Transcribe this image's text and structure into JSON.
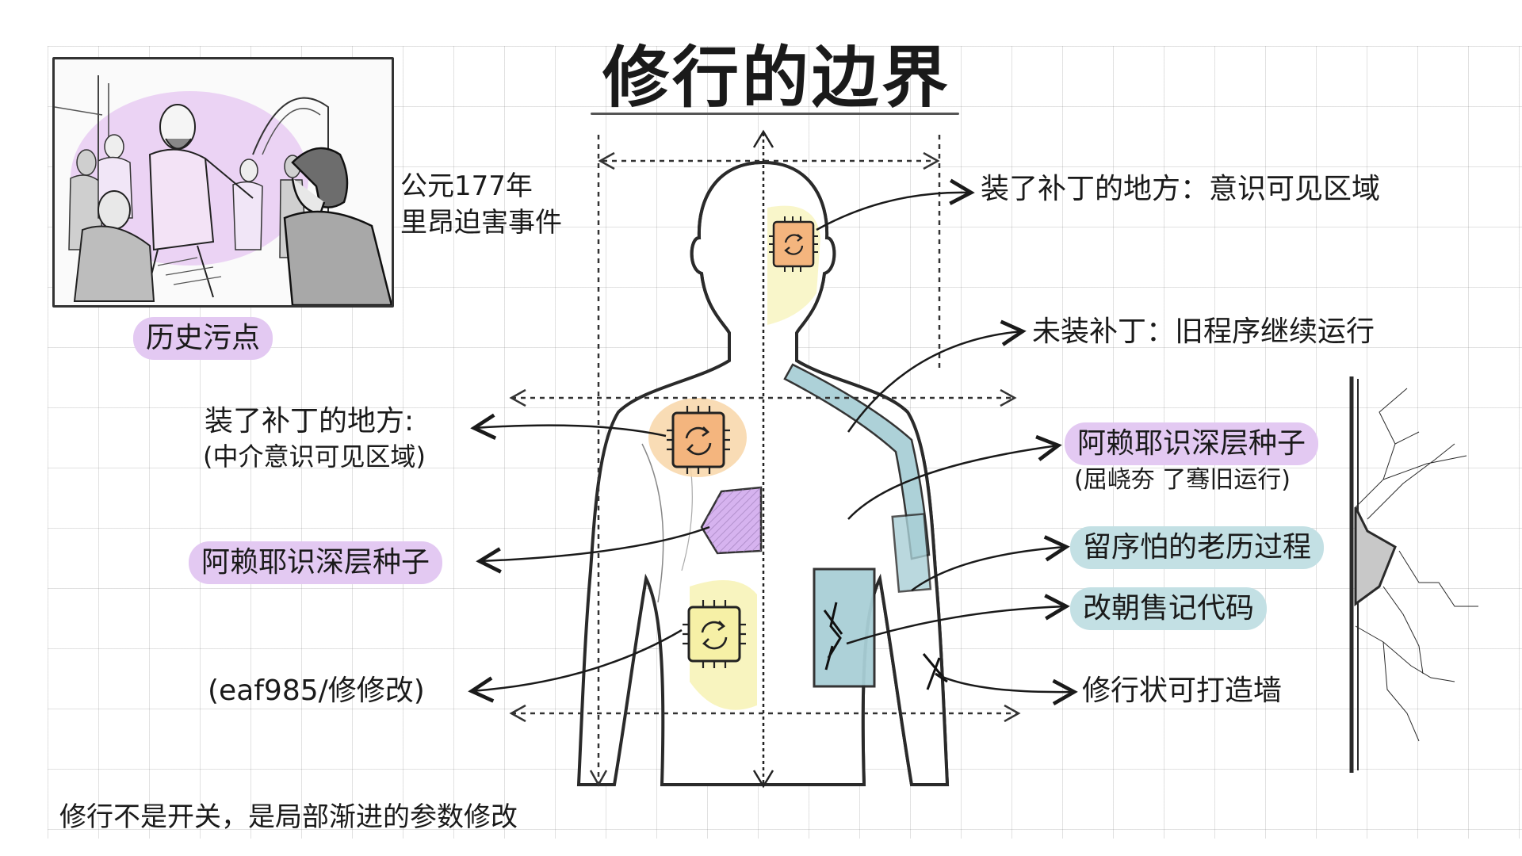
{
  "title": "修行的边界",
  "history_panel": {
    "caption_line1": "公元177年",
    "caption_line2": "里昂迫害事件",
    "tag": "历史污点",
    "illustration": "sketch-crowd-persecution-scene"
  },
  "left_labels": {
    "chest_patch_line1": "装了补丁的地方:",
    "chest_patch_line2": "(中介意识可见区域)",
    "seed": "阿赖耶识深层种子",
    "belly_patch": "(eaf985/修修改)"
  },
  "right_labels": {
    "head_patch": "装了补丁的地方：意识可见区域",
    "unpatched": "未装补丁：旧程序继续运行",
    "seed_title": "阿赖耶识深层种子",
    "seed_sub": "(屈峣夯 了骞旧运行)",
    "old_process": "留序怕的老历过程",
    "code": "改朝售记代码",
    "wall": "修行状可打造墙"
  },
  "footer": "修行不是开关，是局部渐进的参数修改",
  "icons": {
    "chip_head": "refresh-chip-icon",
    "chip_chest": "refresh-chip-icon",
    "chip_belly": "refresh-chip-icon"
  },
  "colors": {
    "purple_highlight": "#e3c9f2",
    "teal_highlight": "#c3e0e4",
    "orange_chip": "#f4b57e",
    "yellow_chip": "#f6f0a6",
    "yellow_wash": "#f8f5c4",
    "purple_hex": "#d6b3ef",
    "teal_rect": "#a9cfd6"
  }
}
